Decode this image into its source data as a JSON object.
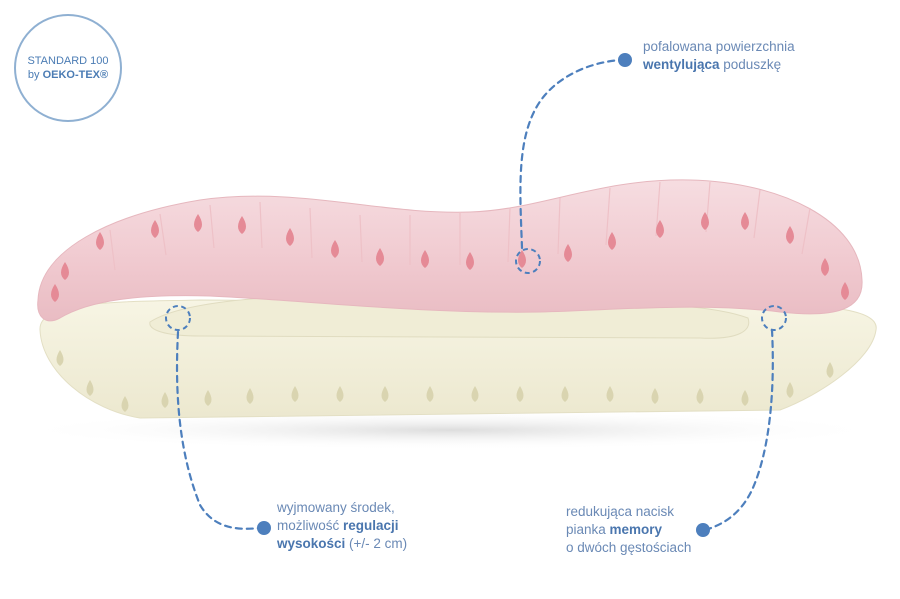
{
  "badge": {
    "line1": "STANDARD 100",
    "line2_prefix": "by ",
    "line2_brand": "OEKO-TEX®"
  },
  "annotations": {
    "top": {
      "line1": "pofalowana powierzchnia",
      "line2_bold": "wentylująca",
      "line2_rest": " poduszkę"
    },
    "left": {
      "line1": "wyjmowany środek,",
      "line2_prefix": "możliwość ",
      "line2_bold": "regulacji",
      "line3_bold": "wysokości",
      "line3_rest": " (+/- 2 cm)"
    },
    "right": {
      "line1": "redukująca nacisk",
      "line2_prefix": "pianka ",
      "line2_bold": "memory",
      "line3": "o dwóch gęstościach"
    }
  },
  "colors": {
    "accent": "#4a76ae",
    "callout_line": "#4d7fbd",
    "pink_foam": "#f2cfd3",
    "cream_foam": "#f3f0dc"
  }
}
